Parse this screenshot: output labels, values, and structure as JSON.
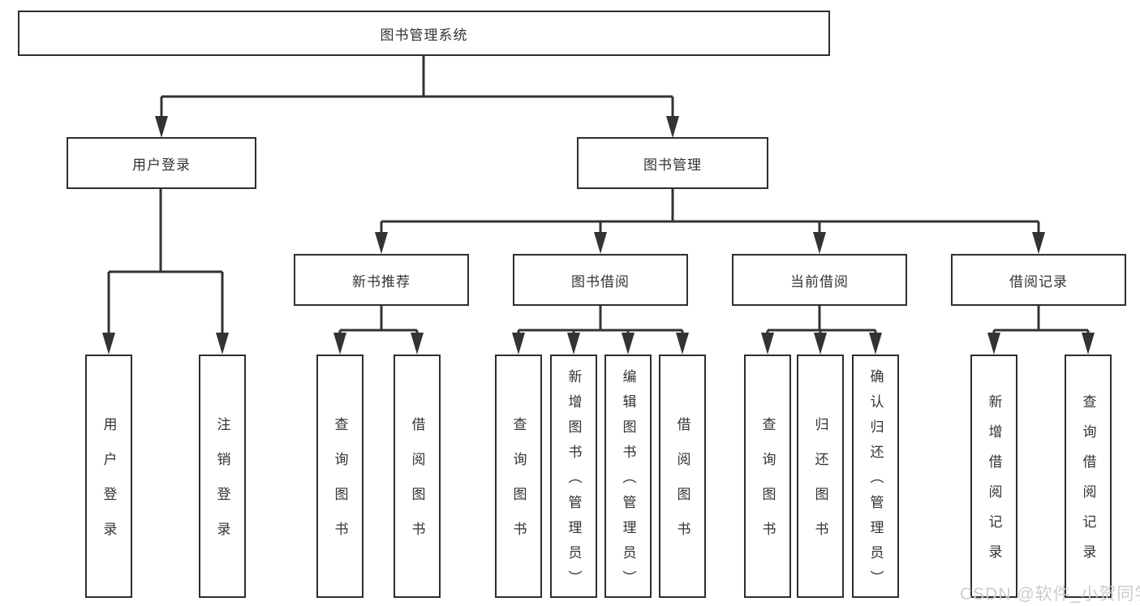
{
  "diagram": {
    "root": {
      "label": "图书管理系统"
    },
    "user_branch": {
      "label": "用户登录",
      "children": [
        "用户登录",
        "注销登录"
      ]
    },
    "book_branch": {
      "label": "图书管理",
      "sections": [
        {
          "label": "新书推荐",
          "children": [
            "查询图书",
            "借阅图书"
          ]
        },
        {
          "label": "图书借阅",
          "children": [
            "查询图书",
            "新增图书（管理员）",
            "编辑图书（管理员）",
            "借阅图书"
          ]
        },
        {
          "label": "当前借阅",
          "children": [
            "查询图书",
            "归还图书",
            "确认归还（管理员）"
          ]
        },
        {
          "label": "借阅记录",
          "children": [
            "新增借阅记录",
            "查询借阅记录"
          ]
        }
      ]
    }
  },
  "watermark": {
    "text": "CSDN @软件_小贺同学"
  },
  "colors": {
    "line": "#333333",
    "box_border": "#2e2e2e",
    "text": "#333333",
    "background": "#ffffff",
    "watermark": "#cccccc"
  }
}
